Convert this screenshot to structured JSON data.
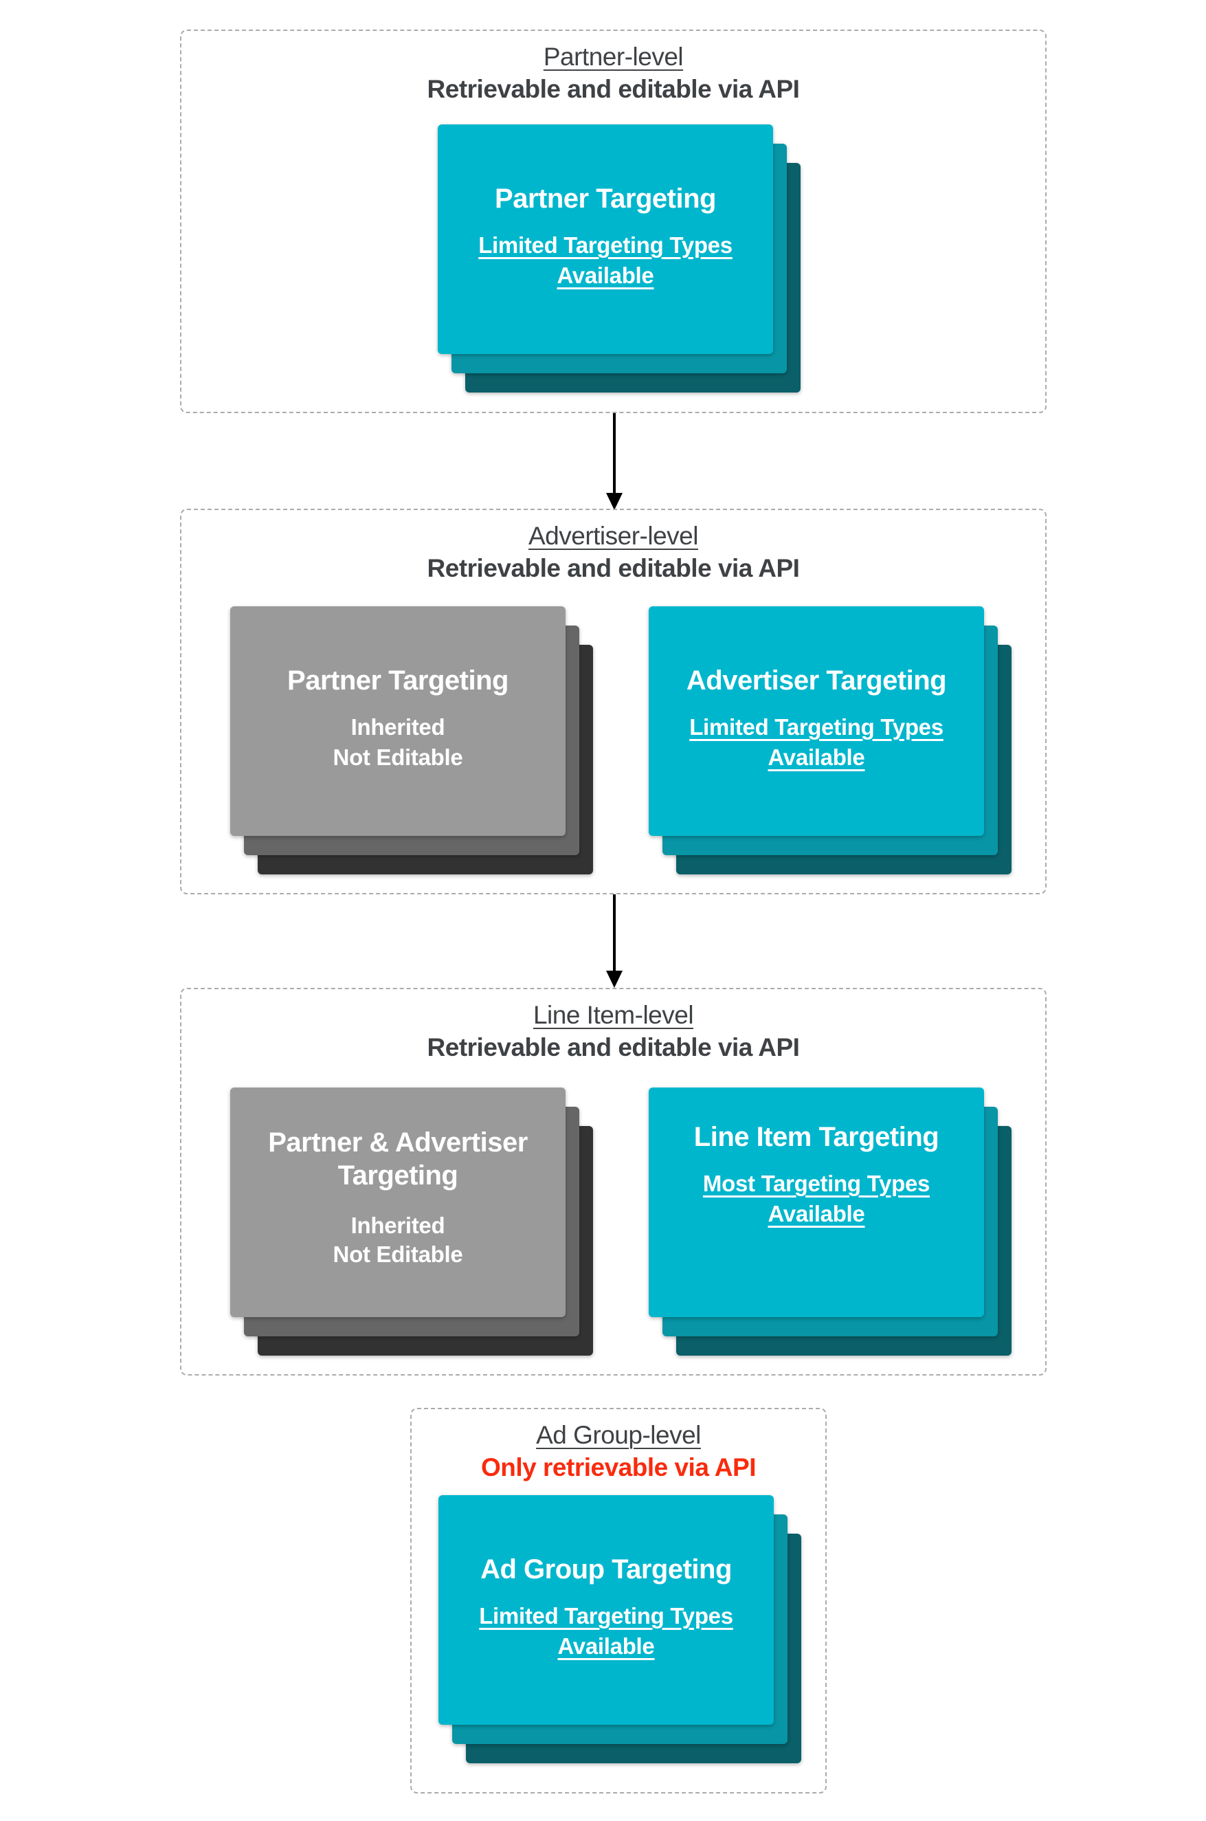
{
  "palette": {
    "cyan-front": "#00B6CD",
    "cyan-mid": "#0895A5",
    "cyan-back": "#0A5F68",
    "gray-front": "#9A9A9A",
    "gray-mid": "#666666",
    "gray-back": "#323232",
    "heading": "#3F4245",
    "alert-red": "#F92B0D",
    "border-gray": "#ABABAB",
    "arrow-black": "#000000",
    "card-text": "#FFFFFF"
  },
  "sections": [
    {
      "title": "Partner-level",
      "subtitle": "Retrievable and editable via API",
      "cards": [
        {
          "title": "Partner Targeting",
          "lines": [
            "Limited Targeting Types",
            "Available"
          ]
        }
      ]
    },
    {
      "title": "Advertiser-level",
      "subtitle": "Retrievable and editable via API",
      "cards": [
        {
          "title": "Partner Targeting",
          "lines": [
            "Inherited",
            "Not Editable"
          ]
        },
        {
          "title": "Advertiser Targeting",
          "lines": [
            "Limited Targeting Types",
            "Available"
          ]
        }
      ]
    },
    {
      "title": "Line Item-level",
      "subtitle": "Retrievable and editable via API",
      "cards": [
        {
          "title": "Partner & Advertiser Targeting",
          "lines": [
            "Inherited",
            "Not Editable"
          ]
        },
        {
          "title": "Line Item Targeting",
          "lines": [
            "Most Targeting Types",
            "Available"
          ]
        }
      ]
    },
    {
      "title": "Ad Group-level",
      "subtitle": "Only retrievable via API",
      "cards": [
        {
          "title": "Ad Group Targeting",
          "lines": [
            "Limited Targeting Types",
            "Available"
          ]
        }
      ]
    }
  ]
}
